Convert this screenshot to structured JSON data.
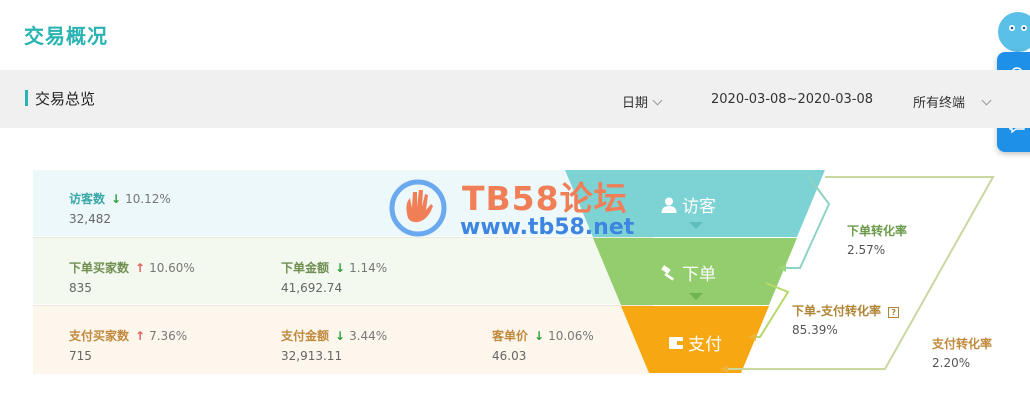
{
  "page": {
    "title": "交易概况"
  },
  "overview": {
    "title": "交易总览",
    "date_label": "日期",
    "date_range": "2020-03-08~2020-03-08",
    "terminal": "所有终端"
  },
  "metrics": {
    "visitors": {
      "name": "访客数",
      "trend": "down",
      "rate": "10.12%",
      "value": "32,482"
    },
    "order_buyers": {
      "name": "下单买家数",
      "trend": "up",
      "rate": "10.60%",
      "value": "835"
    },
    "order_amount": {
      "name": "下单金额",
      "trend": "down",
      "rate": "1.14%",
      "value": "41,692.74"
    },
    "pay_buyers": {
      "name": "支付买家数",
      "trend": "up",
      "rate": "7.36%",
      "value": "715"
    },
    "pay_amount": {
      "name": "支付金额",
      "trend": "down",
      "rate": "3.44%",
      "value": "32,913.11"
    },
    "unit_price": {
      "name": "客单价",
      "trend": "down",
      "rate": "10.06%",
      "value": "46.03"
    }
  },
  "funnel": {
    "stages": [
      {
        "label": "访客",
        "icon": "user-icon",
        "color": "#7dd3d3"
      },
      {
        "label": "下单",
        "icon": "gavel-icon",
        "color": "#93cd6e"
      },
      {
        "label": "支付",
        "icon": "wallet-icon",
        "color": "#f7a711"
      }
    ],
    "conversions": {
      "order": {
        "title": "下单转化率",
        "value": "2.57%"
      },
      "order_pay": {
        "title": "下单-支付转化率",
        "value": "85.39%"
      },
      "pay": {
        "title": "支付转化率",
        "value": "2.20%"
      }
    }
  },
  "watermark": {
    "line1": "TB58论坛",
    "line2": "www.tb58.net"
  },
  "colors": {
    "accent": "#2bb3b3",
    "up": "#e0605a",
    "down": "#2e9e3b",
    "float_bar": "#1e90e8"
  },
  "icons": {
    "notification": "bell-icon",
    "message": "chat-icon",
    "mascot": "mascot-icon"
  }
}
